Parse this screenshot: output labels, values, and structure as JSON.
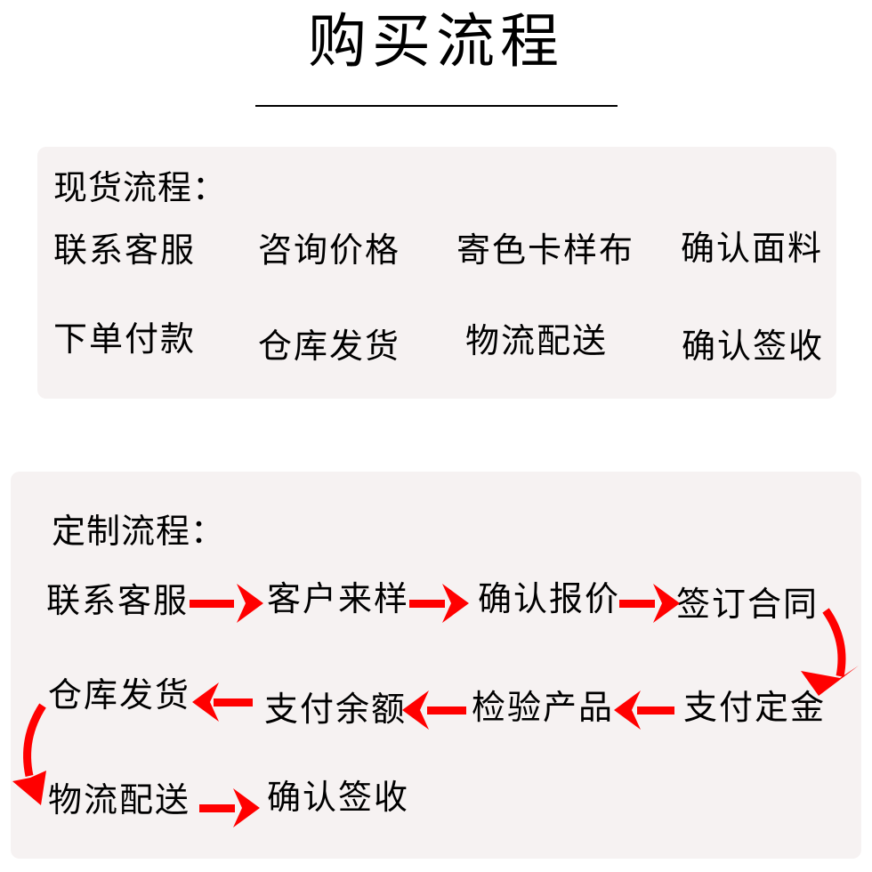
{
  "title": "购买流程",
  "stock_process": {
    "heading": "现货流程：",
    "steps": [
      "联系客服",
      "咨询价格",
      "寄色卡样布",
      "确认面料",
      "下单付款",
      "仓库发货",
      "物流配送",
      "确认签收"
    ]
  },
  "custom_process": {
    "heading": "定制流程：",
    "steps": [
      "联系客服",
      "客户来样",
      "确认报价",
      "签订合同",
      "支付定金",
      "检验产品",
      "支付余额",
      "仓库发货",
      "物流配送",
      "确认签收"
    ],
    "arrow_color": "#ff0000"
  },
  "colors": {
    "panel_bg": "#f6f2f2",
    "arrow": "#ff0000",
    "text": "#000000"
  }
}
